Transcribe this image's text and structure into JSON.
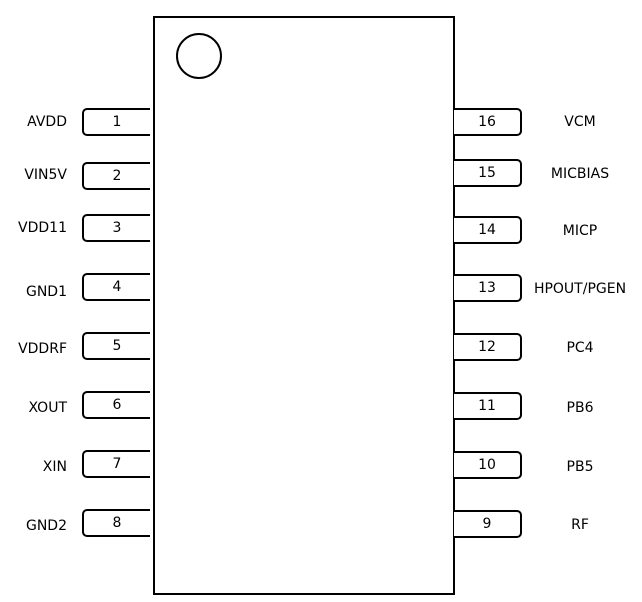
{
  "left_pins": [
    {
      "num": "1",
      "name": "AVDD"
    },
    {
      "num": "2",
      "name": "VIN5V"
    },
    {
      "num": "3",
      "name": "VDD11"
    },
    {
      "num": "4",
      "name": "GND1"
    },
    {
      "num": "5",
      "name": "VDDRF"
    },
    {
      "num": "6",
      "name": "XOUT"
    },
    {
      "num": "7",
      "name": "XIN"
    },
    {
      "num": "8",
      "name": "GND2"
    }
  ],
  "right_pins": [
    {
      "num": "16",
      "name": "VCM"
    },
    {
      "num": "15",
      "name": "MICBIAS"
    },
    {
      "num": "14",
      "name": "MICP"
    },
    {
      "num": "13",
      "name": "HPOUT/PGEN"
    },
    {
      "num": "12",
      "name": "PC4"
    },
    {
      "num": "11",
      "name": "PB6"
    },
    {
      "num": "10",
      "name": "PB5"
    },
    {
      "num": "9",
      "name": "RF"
    }
  ]
}
